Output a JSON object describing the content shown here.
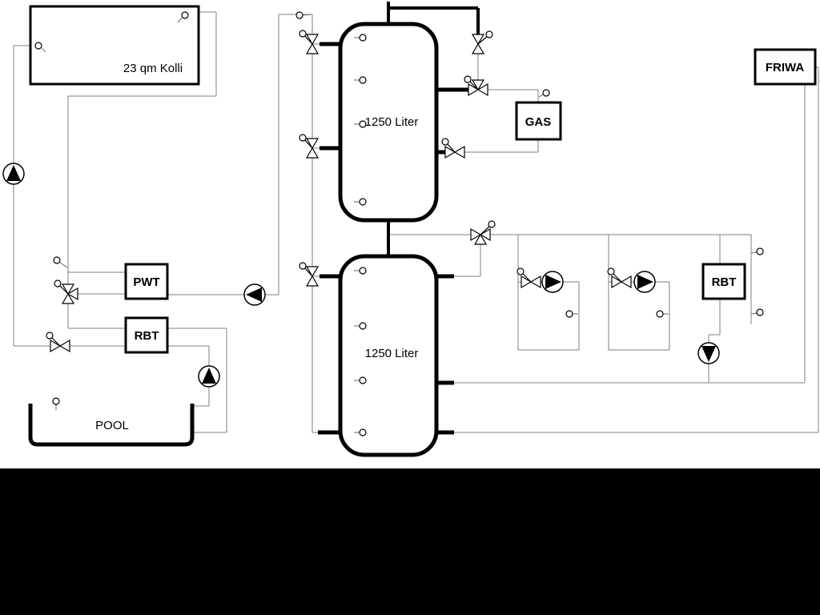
{
  "labels": {
    "collector": "23 qm Kolli",
    "tank_top": "1250 Liter",
    "tank_bottom": "1250 Liter",
    "pwt": "PWT",
    "rbt_left": "RBT",
    "rbt_right": "RBT",
    "gas": "GAS",
    "friwa": "FRIWA",
    "pool": "POOL"
  },
  "colors": {
    "pipe": "#7f7f7f",
    "component_stroke": "#000000",
    "background": "#ffffff",
    "letterbox": "#000000"
  }
}
